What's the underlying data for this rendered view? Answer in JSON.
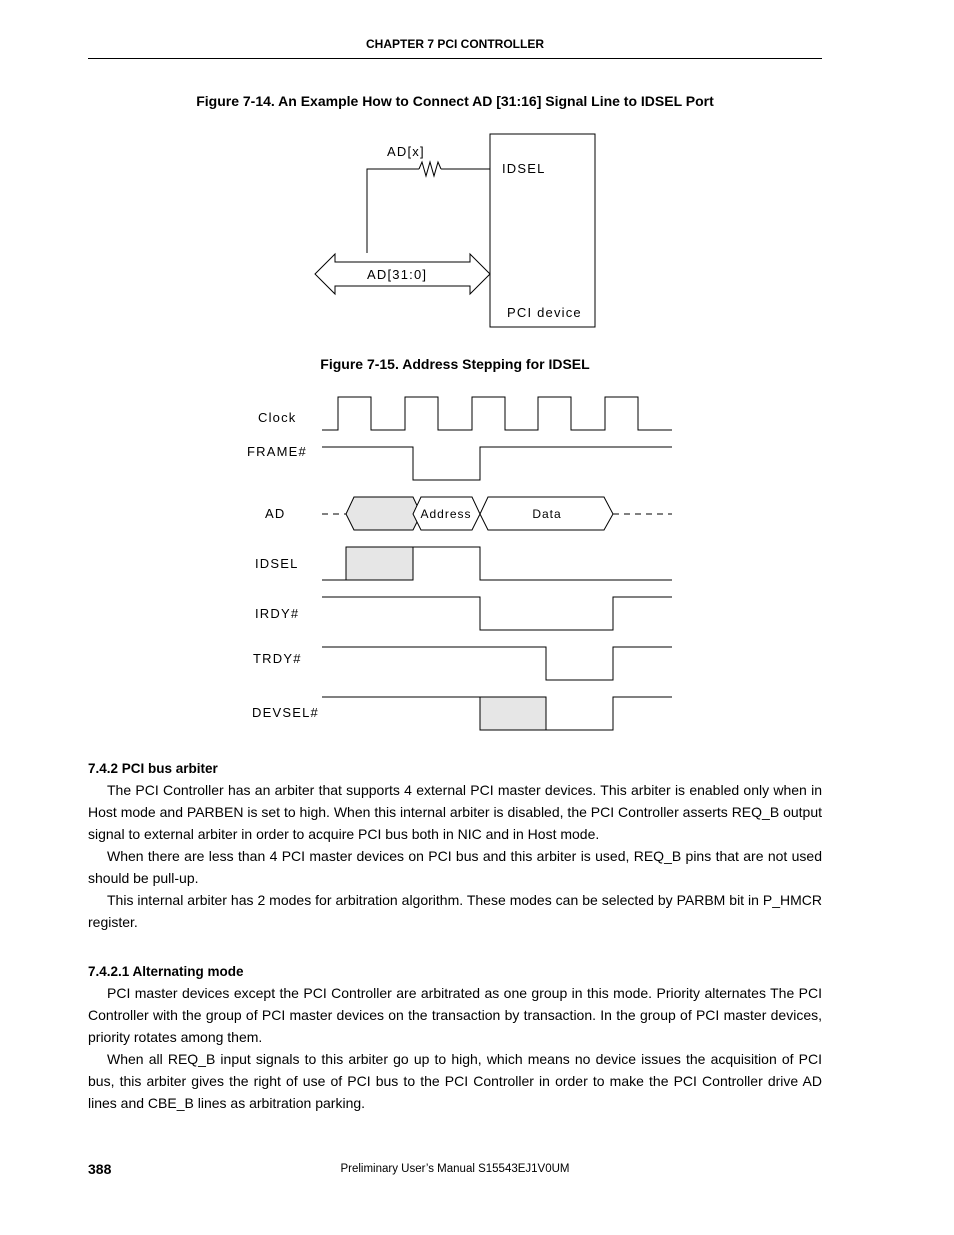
{
  "header": {
    "chapter": "CHAPTER  7   PCI CONTROLLER"
  },
  "figure_14": {
    "title": "Figure 7-14.  An Example How to Connect AD [31:16] Signal Line to IDSEL Port",
    "label_adx": "AD[x]",
    "label_idsel": "IDSEL",
    "label_bus": "AD[31:0]",
    "label_device": "PCI device"
  },
  "figure_15": {
    "title": "Figure 7-15.  Address Stepping for IDSEL",
    "signals": [
      "Clock",
      "FRAME#",
      "AD",
      "IDSEL",
      "IRDY#",
      "TRDY#",
      "DEVSEL#"
    ],
    "ad_address": "Address",
    "ad_data": "Data"
  },
  "section_742": {
    "heading": "7.4.2  PCI bus arbiter",
    "paragraphs": [
      "The PCI Controller has an arbiter that supports 4 external PCI master devices. This arbiter is enabled only when in Host mode and PARBEN is set to high. When this internal arbiter is disabled, the PCI Controller asserts REQ_B output signal to external arbiter in order to acquire PCI bus both in NIC and in Host mode.",
      "When there are less than 4 PCI master devices on PCI bus and this arbiter is used, REQ_B pins that are not used should be pull-up.",
      "This internal arbiter has 2 modes for arbitration algorithm. These modes can be selected by PARBM bit in P_HMCR register."
    ]
  },
  "section_7421": {
    "heading": "7.4.2.1  Alternating mode",
    "paragraphs": [
      "PCI master devices except the PCI Controller are arbitrated as one group in this mode. Priority alternates The PCI Controller with the group of PCI master devices on the transaction by transaction. In the group of PCI master devices, priority rotates among them.",
      "When all REQ_B input signals to this arbiter go up to high, which means no device issues the acquisition of PCI bus, this arbiter gives the right of use of PCI bus to the PCI Controller in order to make the PCI Controller drive AD lines and CBE_B lines as arbitration parking."
    ]
  },
  "footer": {
    "page_number": "388",
    "manual_title": "Preliminary User’s Manual  S15543EJ1V0UM"
  }
}
